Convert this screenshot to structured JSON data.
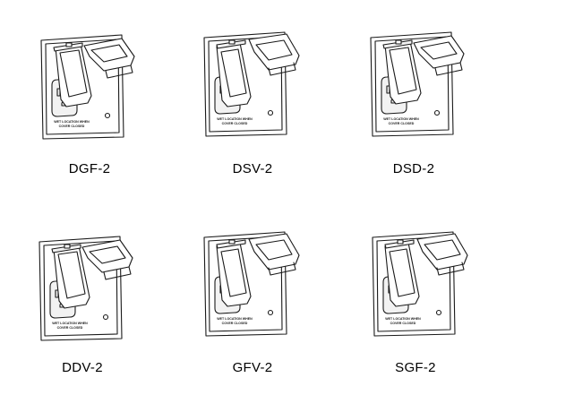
{
  "colors": {
    "line": "#1a1a1a",
    "fill": "#ffffff",
    "shade": "#f2f2f2",
    "label": "#000000"
  },
  "plate_text": {
    "line1": "WET LOCATION WHEN",
    "line2": "COVER CLOSED"
  },
  "covers": [
    {
      "model": "DGF-2",
      "variant": "flat"
    },
    {
      "model": "DSV-2",
      "variant": "vertical"
    },
    {
      "model": "DSD-2",
      "variant": "flat"
    },
    {
      "model": "DDV-2",
      "variant": "flat"
    },
    {
      "model": "GFV-2",
      "variant": "vertical"
    },
    {
      "model": "SGF-2",
      "variant": "vertical"
    }
  ]
}
